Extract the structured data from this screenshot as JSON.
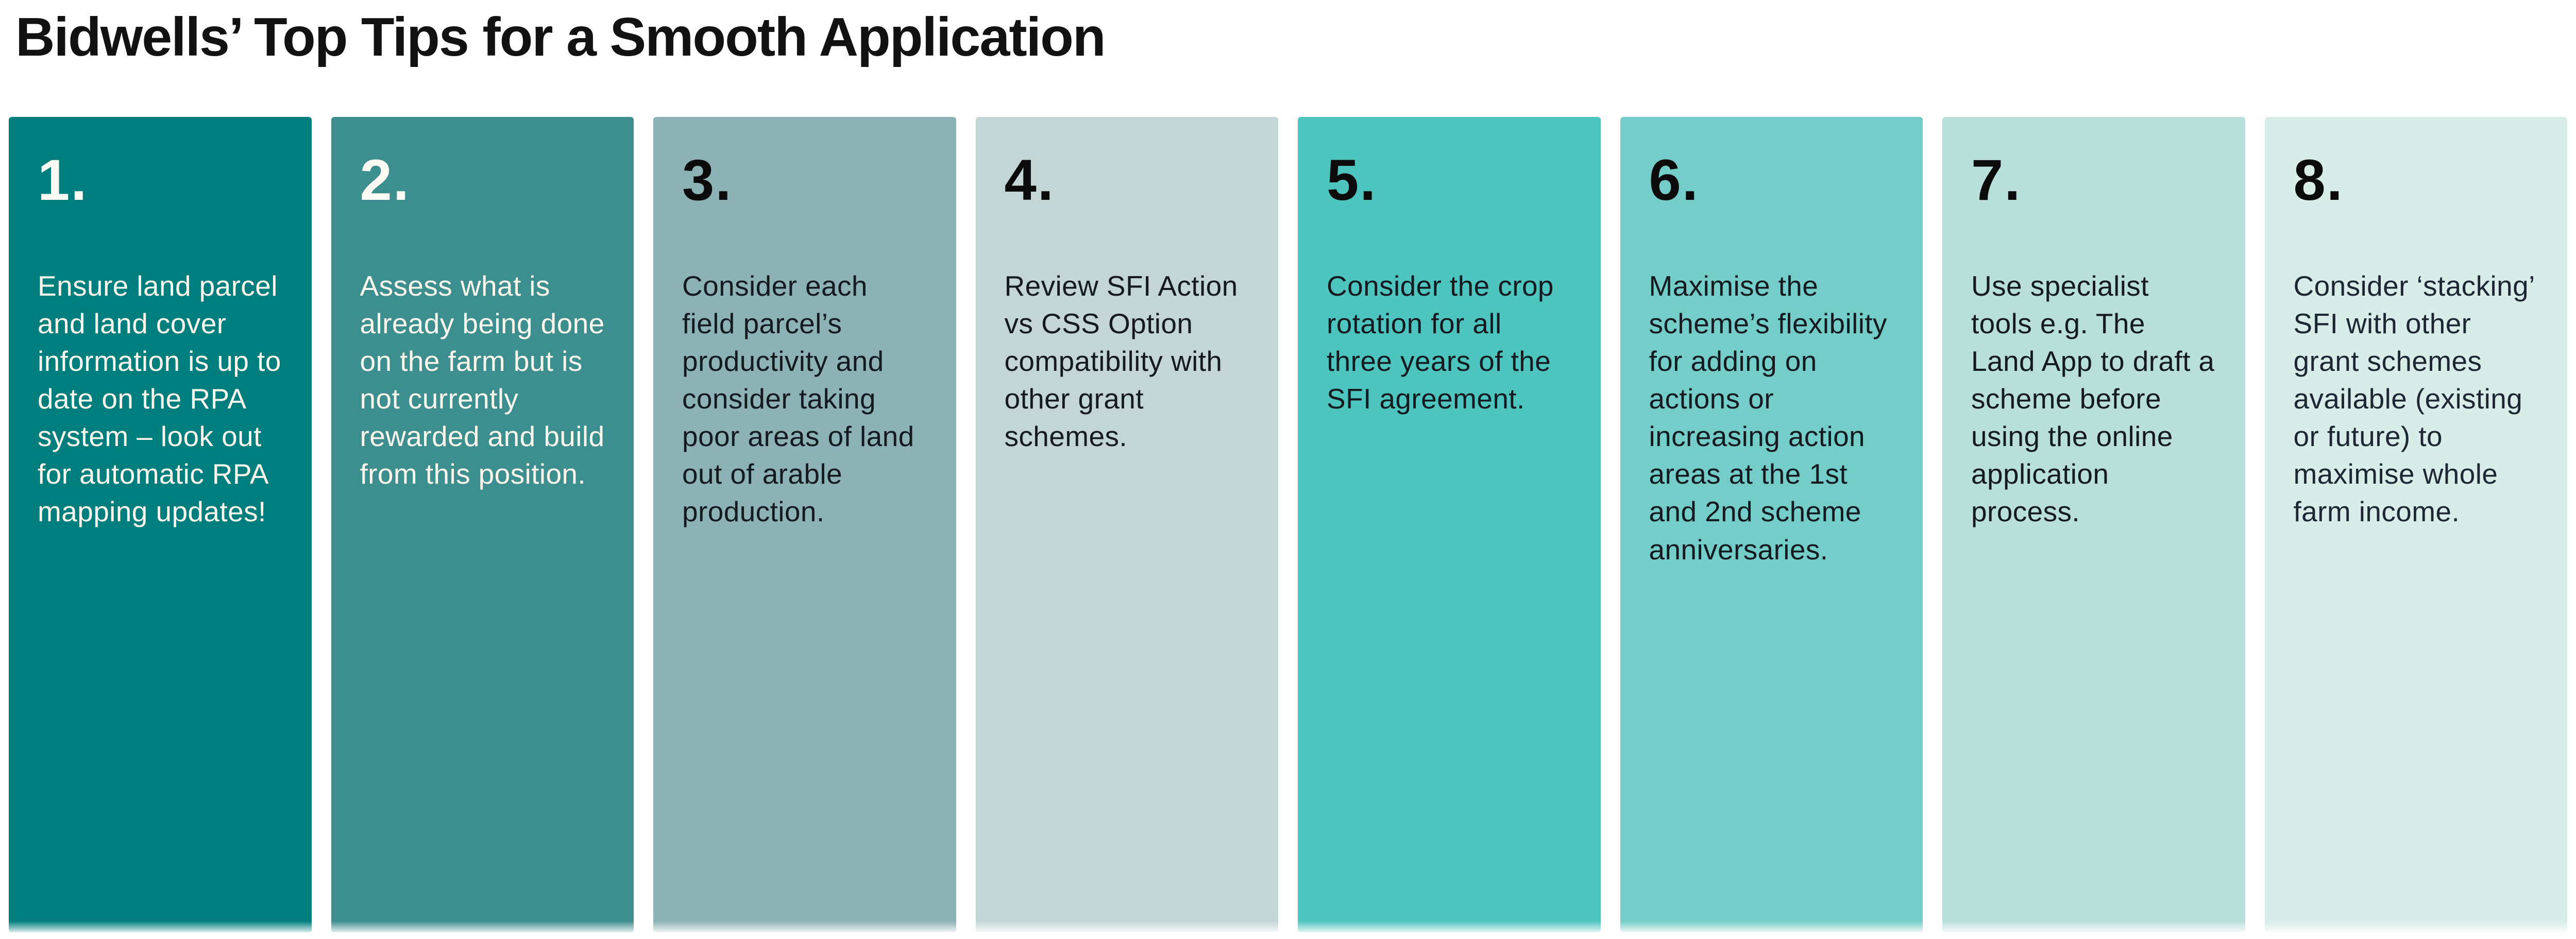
{
  "page": {
    "title": "Bidwells’ Top Tips for a Smooth Application"
  },
  "colors": {
    "background": "#ffffff",
    "title_text": "#121212",
    "light_text": "#FAF6EC",
    "dark_text": "#172028"
  },
  "tips": [
    {
      "number": "1.",
      "text": "Ensure land parcel and land cover information is up to date on the RPA system – look out for automatic RPA mapping updates!",
      "bg": "#007D7D",
      "number_color": "#FDFBF3",
      "text_color": "#FAF6EC"
    },
    {
      "number": "2.",
      "text": "Assess what is already being done on the farm but is not currently rewarded and build from this position.",
      "bg": "#3D8E8E",
      "number_color": "#FDFBF3",
      "text_color": "#FAF6EC"
    },
    {
      "number": "3.",
      "text": "Consider each field parcel’s productivity and consider taking poor areas of land out of arable production.",
      "bg": "#8DB2B5",
      "number_color": "#0B0B0B",
      "text_color": "#141A20"
    },
    {
      "number": "4.",
      "text": "Review SFI Action vs CSS Option compatibility with other grant schemes.",
      "bg": "#C4D5D6",
      "number_color": "#0B0B0B",
      "text_color": "#141A20"
    },
    {
      "number": "5.",
      "text": "Consider the crop rotation for all three years of the SFI agreement.",
      "bg": "#4EC4BE",
      "number_color": "#0B0B0B",
      "text_color": "#141A20"
    },
    {
      "number": "6.",
      "text": "Maximise the scheme’s flexibility for adding on actions or increasing action areas at the 1st and 2nd scheme anniversaries.",
      "bg": "#74CDC8",
      "number_color": "#0B0B0B",
      "text_color": "#141A20"
    },
    {
      "number": "7.",
      "text": "Use specialist tools e.g. The Land App to draft a scheme before using the online application process.",
      "bg": "#B9DFDB",
      "number_color": "#0B0B0B",
      "text_color": "#141A20"
    },
    {
      "number": "8.",
      "text": "Consider ‘stacking’ SFI with other grant schemes available (existing or future) to maximise whole farm income.",
      "bg": "#D8ECE8",
      "number_color": "#0B0B0B",
      "text_color": "#1D2733"
    }
  ]
}
